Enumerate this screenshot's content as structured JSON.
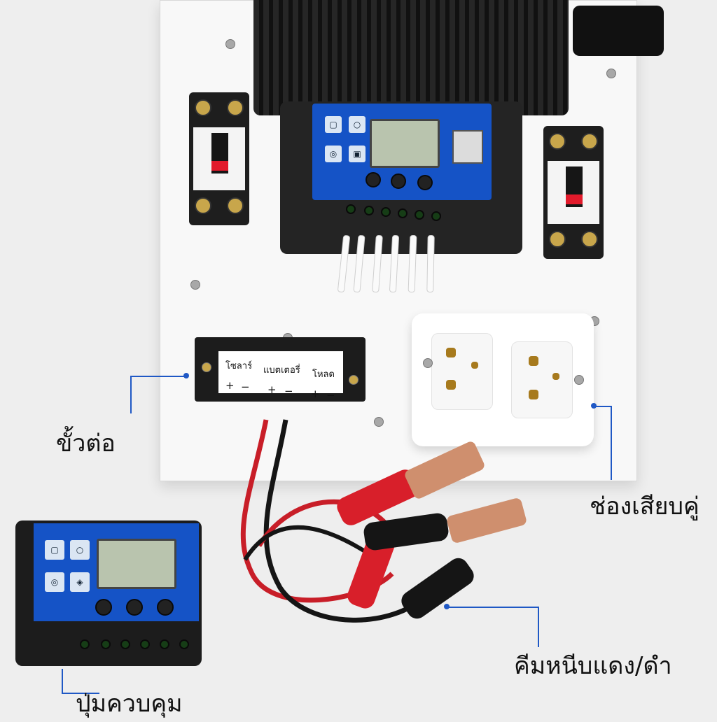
{
  "callouts": {
    "terminal": "ขั้วต่อ",
    "socket": "ช่องเสียบคู่",
    "clamps": "คีมหนีบแดง/ดำ",
    "buttons": "ปุ่มควบคุม"
  },
  "terminal_block": {
    "solar": "โซลาร์",
    "battery": "แบตเตอรี่",
    "load": "โหลด",
    "plus": "+",
    "minus": "−"
  },
  "colors": {
    "accent": "#1f58c5",
    "controller_face": "#1553c6",
    "clamp_red": "#d81f2a",
    "clamp_black": "#151515"
  }
}
